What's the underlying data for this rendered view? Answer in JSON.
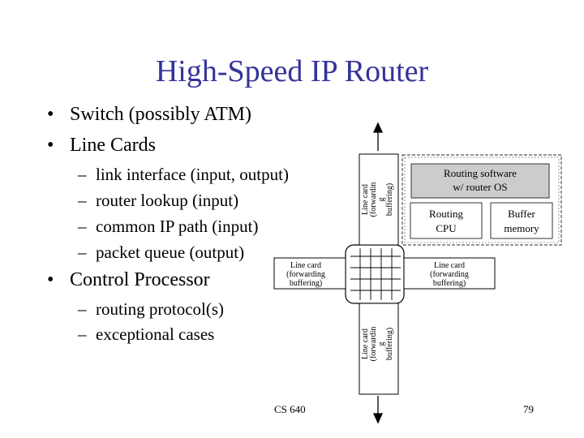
{
  "title": "High-Speed IP Router",
  "bullets": [
    {
      "text": "Switch (possibly ATM)"
    },
    {
      "text": "Line Cards",
      "sub": [
        "link interface (input, output)",
        "router lookup (input)",
        "common IP path (input)",
        "packet queue (output)"
      ]
    },
    {
      "text": "Control Processor",
      "sub": [
        "routing protocol(s)",
        "exceptional cases"
      ]
    }
  ],
  "diagram": {
    "line_card_left": [
      "Line card",
      "(forwarding",
      "buffering)"
    ],
    "line_card_right": [
      "Line card",
      "(forwarding",
      "buffering)"
    ],
    "line_card_top": [
      "Line card",
      "(forwardin",
      "g",
      "buffering)"
    ],
    "line_card_bottom": [
      "Line card",
      "(forwardin",
      "g",
      "buffering)"
    ],
    "routing_software": [
      "Routing software",
      "w/ router OS"
    ],
    "routing_cpu": [
      "Routing",
      "CPU"
    ],
    "buffer_memory": [
      "Buffer",
      "memory"
    ]
  },
  "footer": {
    "course": "CS 640",
    "page": "79"
  }
}
